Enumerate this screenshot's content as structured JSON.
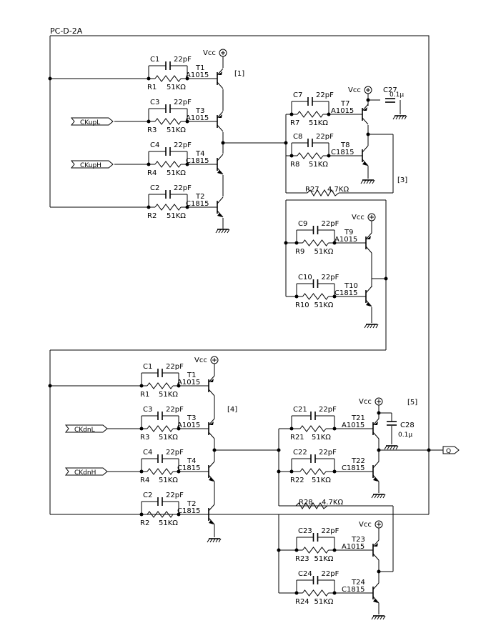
{
  "title": "PC-D-2A",
  "blocks": {
    "b1": "[1]",
    "b3": "[3]",
    "b4": "[4]",
    "b5": "[5]"
  },
  "inputs": {
    "ckupl": "CKupL",
    "ckuph": "CKupH",
    "ckdnl": "CKdnL",
    "ckdnh": "CKdnH"
  },
  "output": {
    "q": "Q"
  },
  "vcc": "Vcc",
  "cap_value": "22pF",
  "res_value": "51KΩ",
  "feedback_res_value": "4.7KΩ",
  "bypass_cap_value": "0.1μ",
  "stage1": {
    "caps": [
      "C1",
      "C3",
      "C4",
      "C2"
    ],
    "res": [
      "R1",
      "R3",
      "R4",
      "R2"
    ],
    "trans": [
      "T1",
      "T3",
      "T4",
      "T2"
    ],
    "types": [
      "A1015",
      "A1015",
      "C1815",
      "C1815"
    ]
  },
  "stage2": {
    "caps": [
      "C7",
      "C8"
    ],
    "res": [
      "R7",
      "R8"
    ],
    "trans": [
      "T7",
      "T8"
    ],
    "types": [
      "A1015",
      "C1815"
    ],
    "bypass": "C27",
    "feedback": "R27"
  },
  "stage3": {
    "caps": [
      "C9",
      "C10"
    ],
    "res": [
      "R9",
      "R10"
    ],
    "trans": [
      "T9",
      "T10"
    ],
    "types": [
      "A1015",
      "C1815"
    ]
  },
  "stage4": {
    "caps": [
      "C1",
      "C3",
      "C4",
      "C2"
    ],
    "res": [
      "R1",
      "R3",
      "R4",
      "R2"
    ],
    "trans": [
      "T1",
      "T3",
      "T4",
      "T2"
    ],
    "types": [
      "A1015",
      "A1015",
      "C1815",
      "C1815"
    ]
  },
  "stage5": {
    "caps": [
      "C21",
      "C22"
    ],
    "res": [
      "R21",
      "R22"
    ],
    "trans": [
      "T21",
      "T22"
    ],
    "types": [
      "A1015",
      "C1815"
    ],
    "bypass": "C28",
    "feedback": "R28"
  },
  "stage6": {
    "caps": [
      "C23",
      "C24"
    ],
    "res": [
      "R23",
      "R24"
    ],
    "trans": [
      "T23",
      "T24"
    ],
    "types": [
      "A1015",
      "C1815"
    ]
  }
}
